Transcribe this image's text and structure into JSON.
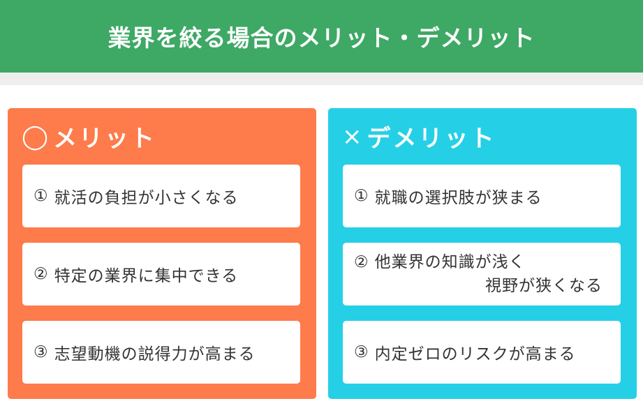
{
  "title": "業界を絞る場合のメリット・デメリット",
  "colors": {
    "header": "#3ea865",
    "merit": "#fe7b4b",
    "demerit": "#25d0e6"
  },
  "merit": {
    "mark": "◯",
    "title": "メリット",
    "items": [
      {
        "num": "①",
        "text": "就活の負担が小さくなる"
      },
      {
        "num": "②",
        "text": "特定の業界に集中できる"
      },
      {
        "num": "③",
        "text": "志望動機の説得力が高まる"
      }
    ]
  },
  "demerit": {
    "mark": "×",
    "title": "デメリット",
    "items": [
      {
        "num": "①",
        "text": "就職の選択肢が狭まる"
      },
      {
        "num": "②",
        "text": "他業界の知識が浅く",
        "text2": "視野が狭くなる"
      },
      {
        "num": "③",
        "text": "内定ゼロのリスクが高まる"
      }
    ]
  }
}
